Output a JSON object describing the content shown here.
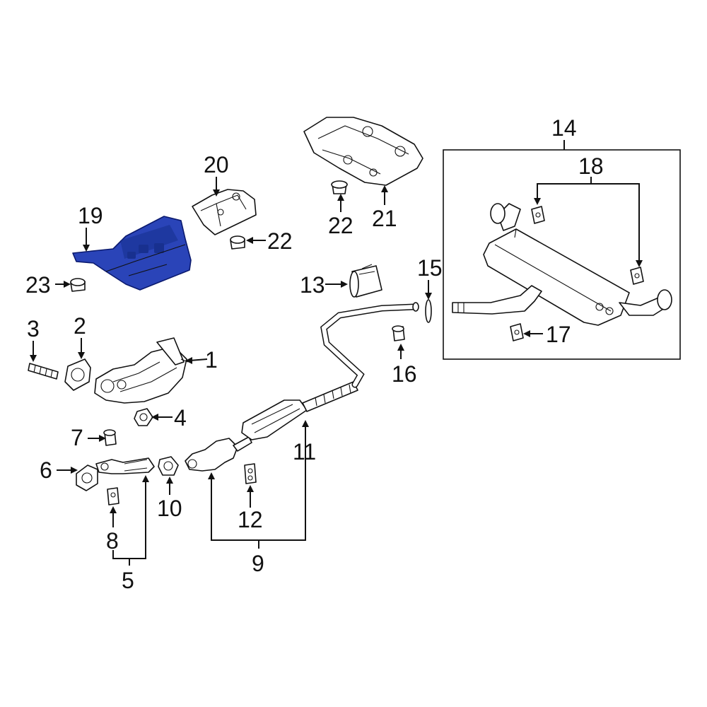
{
  "diagram": {
    "callouts": [
      {
        "id": "1",
        "text": "1"
      },
      {
        "id": "2",
        "text": "2"
      },
      {
        "id": "3",
        "text": "3"
      },
      {
        "id": "4",
        "text": "4"
      },
      {
        "id": "5",
        "text": "5"
      },
      {
        "id": "6",
        "text": "6"
      },
      {
        "id": "7",
        "text": "7"
      },
      {
        "id": "8",
        "text": "8"
      },
      {
        "id": "9",
        "text": "9"
      },
      {
        "id": "10",
        "text": "10"
      },
      {
        "id": "11",
        "text": "11"
      },
      {
        "id": "12",
        "text": "12"
      },
      {
        "id": "13",
        "text": "13"
      },
      {
        "id": "14",
        "text": "14"
      },
      {
        "id": "15",
        "text": "15"
      },
      {
        "id": "16",
        "text": "16"
      },
      {
        "id": "17",
        "text": "17"
      },
      {
        "id": "18",
        "text": "18"
      },
      {
        "id": "19",
        "text": "19"
      },
      {
        "id": "20",
        "text": "20"
      },
      {
        "id": "21",
        "text": "21"
      },
      {
        "id": "22a",
        "text": "22"
      },
      {
        "id": "22b",
        "text": "22"
      },
      {
        "id": "23",
        "text": "23"
      }
    ],
    "highlight_color": "#2a44b8",
    "highlighted_part": "19"
  }
}
